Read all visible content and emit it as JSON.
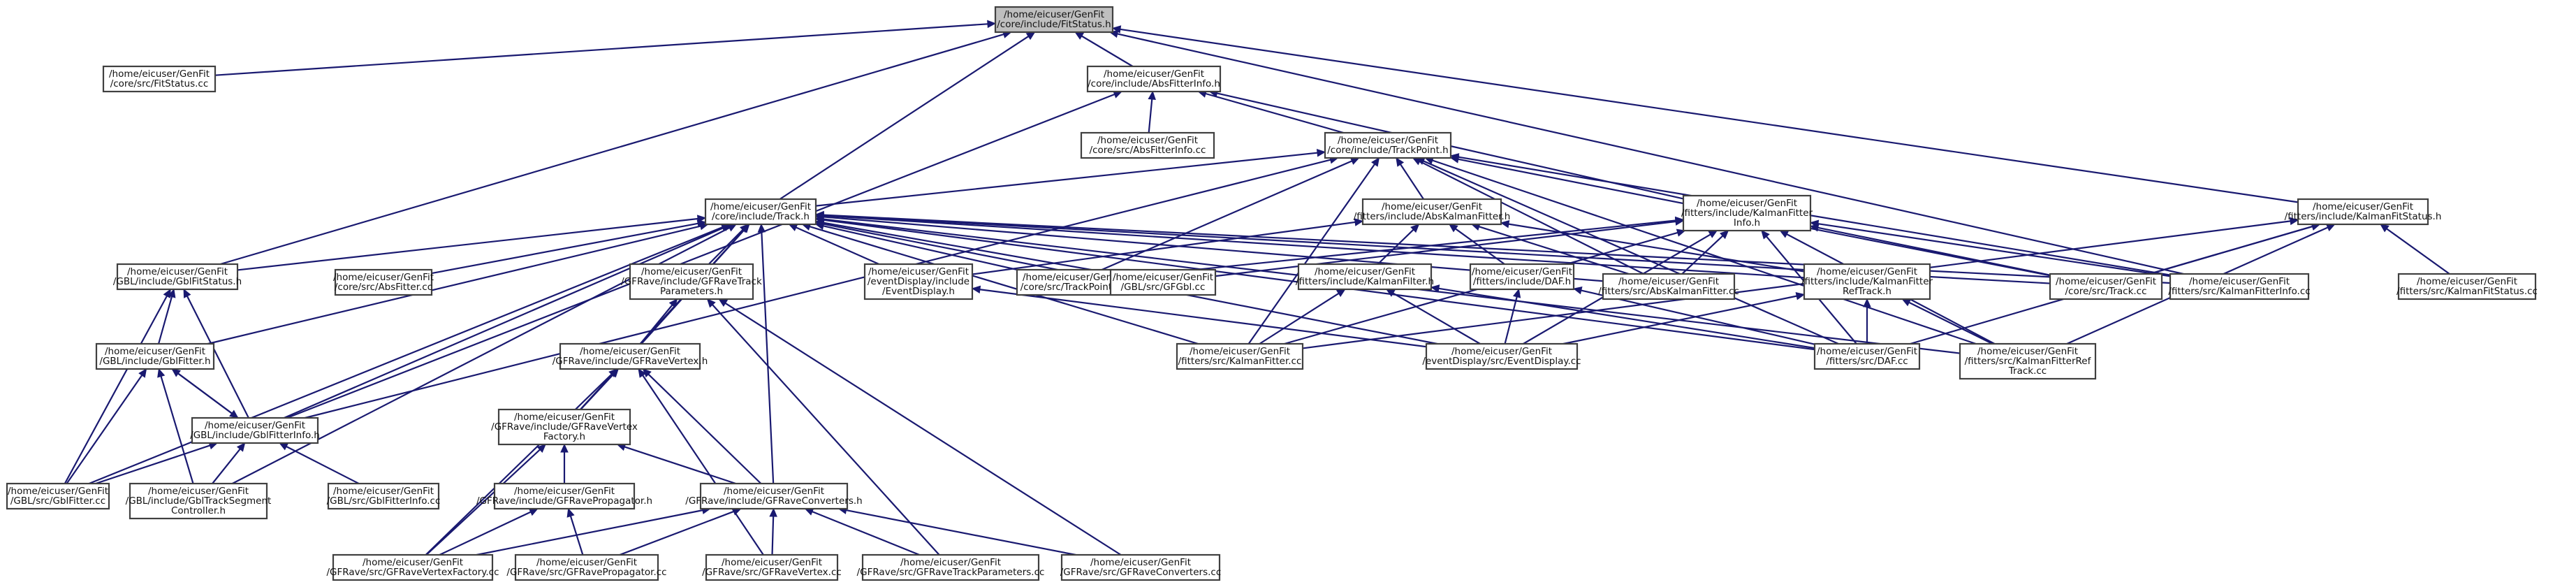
{
  "colors": {
    "edge": "#191970",
    "node_border": "#404040",
    "root_fill": "#bfbfbf",
    "node_fill": "#ffffff"
  },
  "nodes": [
    {
      "id": "n0",
      "lines": [
        "/home/eicuser/GenFit",
        "/core/include/FitStatus.h"
      ],
      "root": true
    },
    {
      "id": "n1",
      "lines": [
        "/home/eicuser/GenFit",
        "/core/src/FitStatus.cc"
      ]
    },
    {
      "id": "n2",
      "lines": [
        "/home/eicuser/GenFit",
        "/core/include/AbsFitterInfo.h"
      ]
    },
    {
      "id": "n3",
      "lines": [
        "/home/eicuser/GenFit",
        "/core/src/AbsFitterInfo.cc"
      ]
    },
    {
      "id": "n4",
      "lines": [
        "/home/eicuser/GenFit",
        "/core/include/TrackPoint.h"
      ]
    },
    {
      "id": "n5",
      "lines": [
        "/home/eicuser/GenFit",
        "/core/include/Track.h"
      ]
    },
    {
      "id": "n6",
      "lines": [
        "/home/eicuser/GenFit",
        "/fitters/include/AbsKalmanFitter.h"
      ]
    },
    {
      "id": "n7",
      "lines": [
        "/home/eicuser/GenFit",
        "/fitters/include/KalmanFitter",
        "Info.h"
      ]
    },
    {
      "id": "n8",
      "lines": [
        "/home/eicuser/GenFit",
        "/fitters/include/KalmanFitStatus.h"
      ]
    },
    {
      "id": "n9",
      "lines": [
        "/home/eicuser/GenFit",
        "/GBL/include/GblFitStatus.h"
      ]
    },
    {
      "id": "n10",
      "lines": [
        "/home/eicuser/GenFit",
        "/core/src/AbsFitter.cc"
      ]
    },
    {
      "id": "n11",
      "lines": [
        "/home/eicuser/GenFit",
        "/GFRave/include/GFRaveTrack",
        "Parameters.h"
      ]
    },
    {
      "id": "n12",
      "lines": [
        "/home/eicuser/GenFit",
        "/eventDisplay/include",
        "/EventDisplay.h"
      ]
    },
    {
      "id": "n13",
      "lines": [
        "/home/eicuser/GenFit",
        "/core/src/TrackPoint.cc"
      ]
    },
    {
      "id": "n14",
      "lines": [
        "/home/eicuser/GenFit",
        "/GBL/src/GFGbl.cc"
      ]
    },
    {
      "id": "n15",
      "lines": [
        "/home/eicuser/GenFit",
        "/fitters/include/KalmanFilter.h"
      ]
    },
    {
      "id": "n16",
      "lines": [
        "/home/eicuser/GenFit",
        "/fitters/include/DAF.h"
      ]
    },
    {
      "id": "n17",
      "lines": [
        "/home/eicuser/GenFit",
        "/fitters/src/AbsKalmanFitter.cc"
      ]
    },
    {
      "id": "n18",
      "lines": [
        "/home/eicuser/GenFit",
        "/fitters/include/KalmanFitter",
        "RefTrack.h"
      ]
    },
    {
      "id": "n19",
      "lines": [
        "/home/eicuser/GenFit",
        "/core/src/Track.cc"
      ]
    },
    {
      "id": "n20",
      "lines": [
        "/home/eicuser/GenFit",
        "/fitters/src/KalmanFitterInfo.cc"
      ]
    },
    {
      "id": "n21",
      "lines": [
        "/home/eicuser/GenFit",
        "/fitters/src/KalmanFitStatus.cc"
      ]
    },
    {
      "id": "n22",
      "lines": [
        "/home/eicuser/GenFit",
        "/GBL/include/GblFitter.h"
      ]
    },
    {
      "id": "n23",
      "lines": [
        "/home/eicuser/GenFit",
        "/GFRave/include/GFRaveVertex.h"
      ]
    },
    {
      "id": "n24",
      "lines": [
        "/home/eicuser/GenFit",
        "/fitters/src/KalmanFitter.cc"
      ]
    },
    {
      "id": "n25",
      "lines": [
        "/home/eicuser/GenFit",
        "/eventDisplay/src/EventDisplay.cc"
      ]
    },
    {
      "id": "n26",
      "lines": [
        "/home/eicuser/GenFit",
        "/fitters/src/DAF.cc"
      ]
    },
    {
      "id": "n27",
      "lines": [
        "/home/eicuser/GenFit",
        "/fitters/src/KalmanFitterRef",
        "Track.cc"
      ]
    },
    {
      "id": "n28",
      "lines": [
        "/home/eicuser/GenFit",
        "/GBL/include/GblFitterInfo.h"
      ]
    },
    {
      "id": "n29",
      "lines": [
        "/home/eicuser/GenFit",
        "/GFRave/include/GFRaveVertex",
        "Factory.h"
      ]
    },
    {
      "id": "n30",
      "lines": [
        "/home/eicuser/GenFit",
        "/GBL/src/GblFitter.cc"
      ]
    },
    {
      "id": "n31",
      "lines": [
        "/home/eicuser/GenFit",
        "/GBL/include/GblTrackSegment",
        "Controller.h"
      ]
    },
    {
      "id": "n32",
      "lines": [
        "/home/eicuser/GenFit",
        "/GBL/src/GblFitterInfo.cc"
      ]
    },
    {
      "id": "n33",
      "lines": [
        "/home/eicuser/GenFit",
        "/GFRave/include/GFRavePropagator.h"
      ]
    },
    {
      "id": "n34",
      "lines": [
        "/home/eicuser/GenFit",
        "/GFRave/include/GFRaveConverters.h"
      ]
    },
    {
      "id": "n35",
      "lines": [
        "/home/eicuser/GenFit",
        "/GFRave/src/GFRaveVertexFactory.cc"
      ]
    },
    {
      "id": "n36",
      "lines": [
        "/home/eicuser/GenFit",
        "/GFRave/src/GFRavePropagator.cc"
      ]
    },
    {
      "id": "n37",
      "lines": [
        "/home/eicuser/GenFit",
        "/GFRave/src/GFRaveVertex.cc"
      ]
    },
    {
      "id": "n38",
      "lines": [
        "/home/eicuser/GenFit",
        "/GFRave/src/GFRaveTrackParameters.cc"
      ]
    },
    {
      "id": "n39",
      "lines": [
        "/home/eicuser/GenFit",
        "/GFRave/src/GFRaveConverters.cc"
      ]
    }
  ],
  "edges": [
    [
      "n0",
      "n1"
    ],
    [
      "n0",
      "n2"
    ],
    [
      "n0",
      "n5"
    ],
    [
      "n0",
      "n8"
    ],
    [
      "n0",
      "n9"
    ],
    [
      "n0",
      "n20"
    ],
    [
      "n2",
      "n3"
    ],
    [
      "n2",
      "n4"
    ],
    [
      "n2",
      "n7"
    ],
    [
      "n2",
      "n28"
    ],
    [
      "n4",
      "n5"
    ],
    [
      "n4",
      "n6"
    ],
    [
      "n4",
      "n13"
    ],
    [
      "n4",
      "n17"
    ],
    [
      "n4",
      "n19"
    ],
    [
      "n4",
      "n20"
    ],
    [
      "n4",
      "n24"
    ],
    [
      "n4",
      "n26"
    ],
    [
      "n4",
      "n27"
    ],
    [
      "n4",
      "n28"
    ],
    [
      "n5",
      "n9"
    ],
    [
      "n5",
      "n10"
    ],
    [
      "n5",
      "n11"
    ],
    [
      "n5",
      "n12"
    ],
    [
      "n5",
      "n13"
    ],
    [
      "n5",
      "n14"
    ],
    [
      "n5",
      "n17"
    ],
    [
      "n5",
      "n18"
    ],
    [
      "n5",
      "n19"
    ],
    [
      "n5",
      "n20"
    ],
    [
      "n5",
      "n22"
    ],
    [
      "n5",
      "n23"
    ],
    [
      "n5",
      "n24"
    ],
    [
      "n5",
      "n25"
    ],
    [
      "n5",
      "n26"
    ],
    [
      "n5",
      "n27"
    ],
    [
      "n5",
      "n28"
    ],
    [
      "n5",
      "n29"
    ],
    [
      "n5",
      "n30"
    ],
    [
      "n5",
      "n31"
    ],
    [
      "n5",
      "n34"
    ],
    [
      "n6",
      "n12"
    ],
    [
      "n6",
      "n15"
    ],
    [
      "n6",
      "n16"
    ],
    [
      "n6",
      "n17"
    ],
    [
      "n6",
      "n18"
    ],
    [
      "n7",
      "n13"
    ],
    [
      "n7",
      "n14"
    ],
    [
      "n7",
      "n17"
    ],
    [
      "n7",
      "n19"
    ],
    [
      "n7",
      "n20"
    ],
    [
      "n7",
      "n24"
    ],
    [
      "n7",
      "n25"
    ],
    [
      "n7",
      "n26"
    ],
    [
      "n7",
      "n27"
    ],
    [
      "n8",
      "n19"
    ],
    [
      "n8",
      "n21"
    ],
    [
      "n8",
      "n24"
    ],
    [
      "n8",
      "n26"
    ],
    [
      "n8",
      "n27"
    ],
    [
      "n9",
      "n22"
    ],
    [
      "n9",
      "n28"
    ],
    [
      "n9",
      "n30"
    ],
    [
      "n11",
      "n23"
    ],
    [
      "n11",
      "n38"
    ],
    [
      "n11",
      "n39"
    ],
    [
      "n12",
      "n25"
    ],
    [
      "n15",
      "n24"
    ],
    [
      "n15",
      "n25"
    ],
    [
      "n15",
      "n26"
    ],
    [
      "n16",
      "n25"
    ],
    [
      "n16",
      "n26"
    ],
    [
      "n18",
      "n26"
    ],
    [
      "n18",
      "n27"
    ],
    [
      "n18",
      "n25"
    ],
    [
      "n22",
      "n28"
    ],
    [
      "n22",
      "n30"
    ],
    [
      "n22",
      "n31"
    ],
    [
      "n23",
      "n29"
    ],
    [
      "n23",
      "n34"
    ],
    [
      "n23",
      "n35"
    ],
    [
      "n23",
      "n37"
    ],
    [
      "n28",
      "n22"
    ],
    [
      "n28",
      "n30"
    ],
    [
      "n28",
      "n31"
    ],
    [
      "n28",
      "n32"
    ],
    [
      "n29",
      "n33"
    ],
    [
      "n29",
      "n34"
    ],
    [
      "n29",
      "n35"
    ],
    [
      "n33",
      "n35"
    ],
    [
      "n33",
      "n36"
    ],
    [
      "n34",
      "n35"
    ],
    [
      "n34",
      "n36"
    ],
    [
      "n34",
      "n37"
    ],
    [
      "n34",
      "n38"
    ],
    [
      "n34",
      "n39"
    ]
  ]
}
